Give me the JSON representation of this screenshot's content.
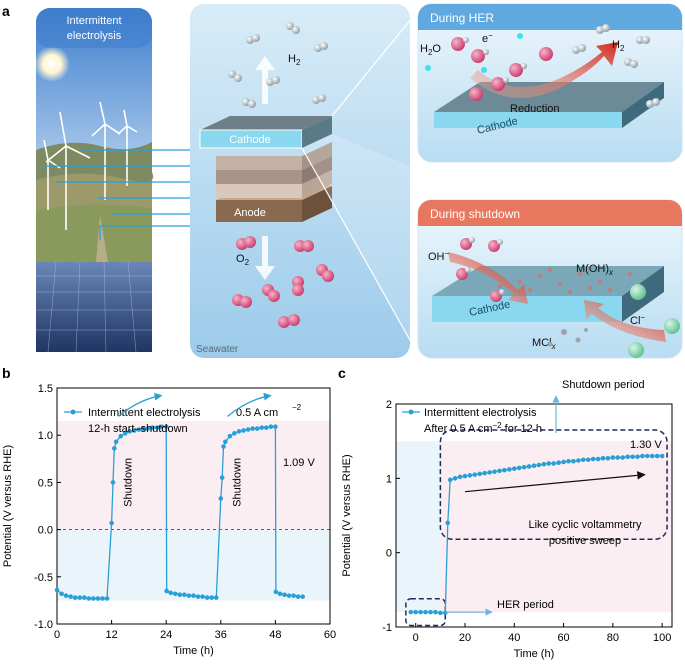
{
  "panel_labels": {
    "a": "a",
    "b": "b",
    "c": "c"
  },
  "panel_a": {
    "left_title": "Intermittent electrolysis",
    "stack": {
      "cathode": "Cathode",
      "anode": "Anode",
      "seawater": "Seawater",
      "h2": "H",
      "h2_sub": "2",
      "o2": "O",
      "o2_sub": "2"
    },
    "her": {
      "title": "During HER",
      "h2o": "H",
      "h2o_sub": "2",
      "h2o_end": "O",
      "electron": "e",
      "electron_sup": "−",
      "h2": "H",
      "h2_sub": "2",
      "reduction": "Reduction",
      "cathode": "Cathode"
    },
    "shutdown": {
      "title": "During shutdown",
      "oh": "OH",
      "oh_sup": "−",
      "moh": "M(OH)",
      "moh_sub": "x",
      "cathode": "Cathode",
      "cl": "Cl",
      "cl_sup": "−",
      "mcl": "MCl",
      "mcl_sub": "x"
    }
  },
  "colors": {
    "series": "#2a9fd6",
    "header_blue": "#5fa8e0",
    "header_red": "#e8775f",
    "cathode": "#8ad8ef",
    "anode": "#8a6a4e"
  },
  "chart_data": [
    {
      "id": "b",
      "type": "line",
      "xlabel": "Time (h)",
      "ylabel": "Potential (V versus RHE)",
      "xlim": [
        0,
        60
      ],
      "ylim": [
        -1.0,
        1.5
      ],
      "xticks": [
        0,
        12,
        24,
        36,
        48,
        60
      ],
      "yticks": [
        -1.0,
        -0.5,
        0,
        0.5,
        1.0,
        1.5
      ],
      "legend": {
        "line1": "Intermittent electrolysis",
        "line2": "12-h start–shutdown",
        "placement": "top-left"
      },
      "current_label": "0.5 A cm",
      "current_sup": "−2",
      "value_label": "1.09 V",
      "shutdown_label": "Shutdown",
      "series": [
        {
          "name": "Intermittent electrolysis",
          "x": [
            0,
            1,
            2,
            3,
            4,
            5,
            6,
            7,
            8,
            9,
            10,
            11,
            12,
            12.3,
            12.6,
            13,
            14,
            15,
            16,
            17,
            18,
            19,
            20,
            21,
            22,
            23,
            24,
            24.1,
            25,
            26,
            27,
            28,
            29,
            30,
            31,
            32,
            33,
            34,
            35,
            36,
            36.3,
            36.6,
            37,
            38,
            39,
            40,
            41,
            42,
            43,
            44,
            45,
            46,
            47,
            48,
            48.1,
            49,
            50,
            51,
            52,
            53,
            54
          ],
          "y": [
            -0.64,
            -0.68,
            -0.7,
            -0.71,
            -0.72,
            -0.72,
            -0.72,
            -0.73,
            -0.73,
            -0.73,
            -0.73,
            -0.73,
            0.07,
            0.5,
            0.86,
            0.93,
            0.99,
            1.02,
            1.04,
            1.05,
            1.06,
            1.07,
            1.07,
            1.08,
            1.08,
            1.09,
            1.09,
            -0.65,
            -0.67,
            -0.68,
            -0.69,
            -0.69,
            -0.7,
            -0.7,
            -0.71,
            -0.71,
            -0.72,
            -0.72,
            -0.72,
            0.33,
            0.55,
            0.88,
            0.93,
            0.99,
            1.02,
            1.04,
            1.05,
            1.06,
            1.07,
            1.07,
            1.08,
            1.08,
            1.09,
            1.09,
            -0.66,
            -0.68,
            -0.69,
            -0.7,
            -0.7,
            -0.71,
            -0.71
          ]
        }
      ]
    },
    {
      "id": "c",
      "type": "line",
      "xlabel": "Time (h)",
      "ylabel": "Potential (V versus RHE)",
      "xlim": [
        -8,
        104
      ],
      "ylim": [
        -1,
        2
      ],
      "xticks": [
        0,
        20,
        40,
        60,
        80,
        100
      ],
      "yticks": [
        -1,
        0,
        1,
        2
      ],
      "legend": {
        "line1": "Intermittent electrolysis",
        "line2a": "After 0.5 A cm",
        "line2_sup": "−2",
        "line2b": " for 12 h",
        "placement": "top-left"
      },
      "value_label": "1.30 V",
      "shutdown_period": "Shutdown period",
      "her_period": "HER period",
      "cv_line1": "Like cyclic voltammetry",
      "cv_line2": "positive sweep",
      "series": [
        {
          "name": "Intermittent electrolysis",
          "x": [
            -2,
            0,
            2,
            4,
            6,
            8,
            10,
            12,
            13,
            14,
            16,
            18,
            20,
            22,
            24,
            26,
            28,
            30,
            32,
            34,
            36,
            38,
            40,
            42,
            44,
            46,
            48,
            50,
            52,
            54,
            56,
            58,
            60,
            62,
            64,
            66,
            68,
            70,
            72,
            74,
            76,
            78,
            80,
            82,
            84,
            86,
            88,
            90,
            92,
            94,
            96,
            98,
            100
          ],
          "y": [
            -0.8,
            -0.8,
            -0.8,
            -0.8,
            -0.8,
            -0.8,
            -0.81,
            -0.81,
            0.4,
            0.98,
            1.0,
            1.02,
            1.03,
            1.04,
            1.05,
            1.06,
            1.07,
            1.08,
            1.09,
            1.1,
            1.11,
            1.12,
            1.13,
            1.14,
            1.15,
            1.16,
            1.17,
            1.18,
            1.19,
            1.2,
            1.2,
            1.21,
            1.22,
            1.23,
            1.23,
            1.24,
            1.25,
            1.25,
            1.26,
            1.26,
            1.27,
            1.27,
            1.28,
            1.28,
            1.28,
            1.29,
            1.29,
            1.29,
            1.3,
            1.3,
            1.3,
            1.3,
            1.3
          ]
        }
      ]
    }
  ]
}
